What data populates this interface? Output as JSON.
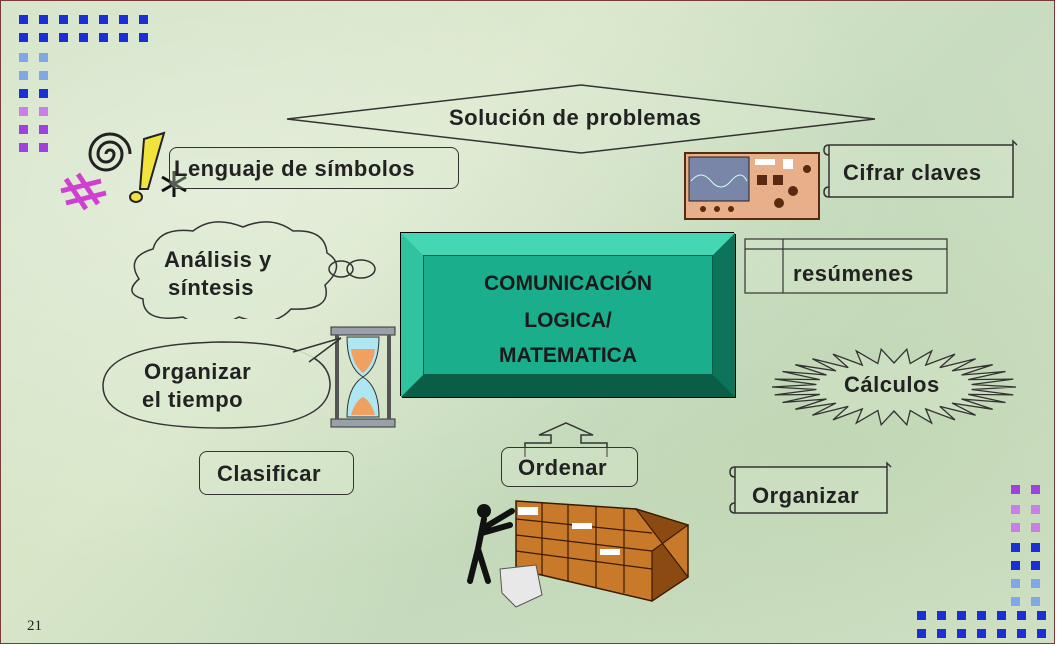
{
  "slide": {
    "page_number": "21",
    "center": {
      "line1": "COMUNICACIÓN",
      "line2": "LOGICA/",
      "line3": "MATEMATICA"
    },
    "items": {
      "solucion": "Solución de problemas",
      "lenguaje": "Lenguaje de símbolos",
      "cifrar": "Cifrar claves",
      "analisis_line1": "Análisis y",
      "analisis_line2": "síntesis",
      "resumenes": "resúmenes",
      "organizar_tiempo_line1": "Organizar",
      "organizar_tiempo_line2": "el tiempo",
      "calculos": "Cálculos",
      "clasificar": "Clasificar",
      "ordenar": "Ordenar",
      "organizar": "Organizar"
    },
    "colors": {
      "center_fill": "#1fb593",
      "decor_blue": "#1a2fd6",
      "decor_light_blue": "#7fa8e8",
      "decor_purple": "#a040e0"
    }
  }
}
